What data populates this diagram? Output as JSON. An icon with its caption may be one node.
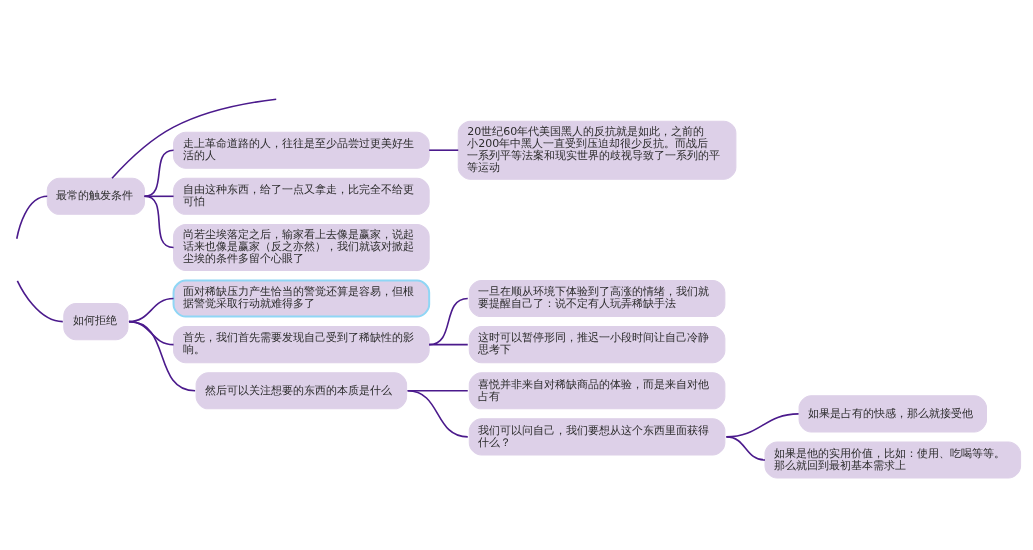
{
  "diagram": {
    "nodes": [
      {
        "text": [
          "最常的触发条件"
        ]
      },
      {
        "text": [
          "走上革命道路的人，往往是至少品尝过更美好生活的人"
        ]
      },
      {
        "text": [
          "20世纪60年代美国黑人的反抗就是如此，之前的小200年中黑人一直受到压迫却很少反抗。而战后一系列平等法案和现实世界的歧视导致了一系列的平等运动"
        ]
      },
      {
        "text": [
          "自由这种东西，给了一点又拿走，比完全不给更可怕"
        ]
      },
      {
        "text": [
          "尚若尘埃落定之后，输家看上去像是赢家，说起话来也像是赢家（反之亦然），我们就该对掀起尘埃的条件多留个心眼了"
        ]
      },
      {
        "text": [
          "如何拒绝"
        ]
      },
      {
        "text": [
          "面对稀缺压力产生恰当的警觉还算是容易，但根据警觉采取行动就难得多了"
        ]
      },
      {
        "text": [
          "首先，我们首先需要发现自己受到了稀缺性的影响。"
        ]
      },
      {
        "text": [
          "一旦在顺从环境下体验到了高涨的情绪，我们就要提醒自己了：说不定有人玩弄稀缺手法"
        ]
      },
      {
        "text": [
          "这时可以暂停形同，推迟一小段时间让自己冷静思考下"
        ]
      },
      {
        "text": [
          "然后可以关注想要的东西的本质是什么"
        ]
      },
      {
        "text": [
          "喜悦并非来自对稀缺商品的体验，而是来自对他占有"
        ]
      },
      {
        "text": [
          "我们可以问自己，我们要想从这个东西里面获得什么？"
        ]
      },
      {
        "text": [
          "如果是占有的快感，那么就接受他"
        ]
      },
      {
        "text": [
          "如果是他的实用价值，比如：使用、吃喝等等。那么就回到最初基本需求上"
        ]
      }
    ],
    "edges": [
      {
        "from": null,
        "to": 0,
        "arrow": "none"
      },
      {
        "from": 0,
        "to": null,
        "arrow": "none"
      },
      {
        "from": 0,
        "to": 1,
        "arrow": "none"
      },
      {
        "from": 1,
        "to": 2,
        "arrow": "none"
      },
      {
        "from": 0,
        "to": 3,
        "arrow": "none"
      },
      {
        "from": 0,
        "to": 4,
        "arrow": "none"
      },
      {
        "from": null,
        "to": 5,
        "arrow": "none"
      },
      {
        "from": 5,
        "to": 6,
        "arrow": "none"
      },
      {
        "from": 5,
        "to": 7,
        "arrow": "none"
      },
      {
        "from": 7,
        "to": 8,
        "arrow": "none"
      },
      {
        "from": 7,
        "to": 9,
        "arrow": "none"
      },
      {
        "from": 5,
        "to": 10,
        "arrow": "none"
      },
      {
        "from": 10,
        "to": 11,
        "arrow": "none"
      },
      {
        "from": 10,
        "to": 12,
        "arrow": "none"
      },
      {
        "from": 12,
        "to": 13,
        "arrow": "none"
      },
      {
        "from": 12,
        "to": 14,
        "arrow": "none"
      }
    ]
  }
}
